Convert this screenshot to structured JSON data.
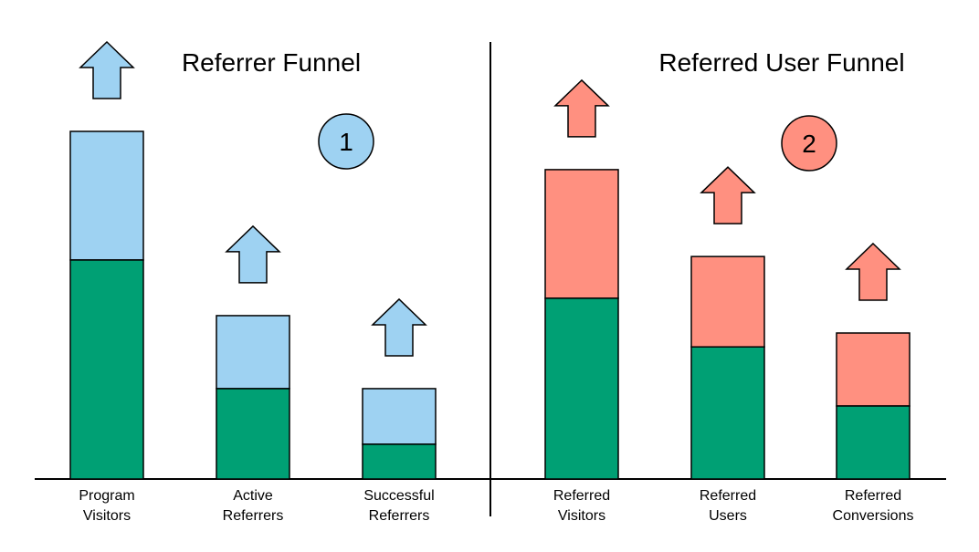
{
  "colors": {
    "green": "#00a074",
    "blue": "#9ed2f2",
    "salmon": "#ff9080",
    "outline": "#000000",
    "background": "#ffffff"
  },
  "left_panel": {
    "title": "Referrer Funnel",
    "badge": "1",
    "accent": "#9ed2f2",
    "arrow_icon": "up-arrow-icon",
    "bars": [
      {
        "label_line1": "Program",
        "label_line2": "Visitors",
        "total": 100,
        "green": 63
      },
      {
        "label_line1": "Active",
        "label_line2": "Referrers",
        "total": 47,
        "green": 26
      },
      {
        "label_line1": "Successful",
        "label_line2": "Referrers",
        "total": 26,
        "green": 10
      }
    ]
  },
  "right_panel": {
    "title": "Referred User Funnel",
    "badge": "2",
    "accent": "#ff9080",
    "arrow_icon": "up-arrow-icon",
    "bars": [
      {
        "label_line1": "Referred",
        "label_line2": "Visitors",
        "total": 89,
        "green": 52
      },
      {
        "label_line1": "Referred",
        "label_line2": "Users",
        "total": 64,
        "green": 38
      },
      {
        "label_line1": "Referred",
        "label_line2": "Conversions",
        "total": 42,
        "green": 21
      }
    ]
  }
}
